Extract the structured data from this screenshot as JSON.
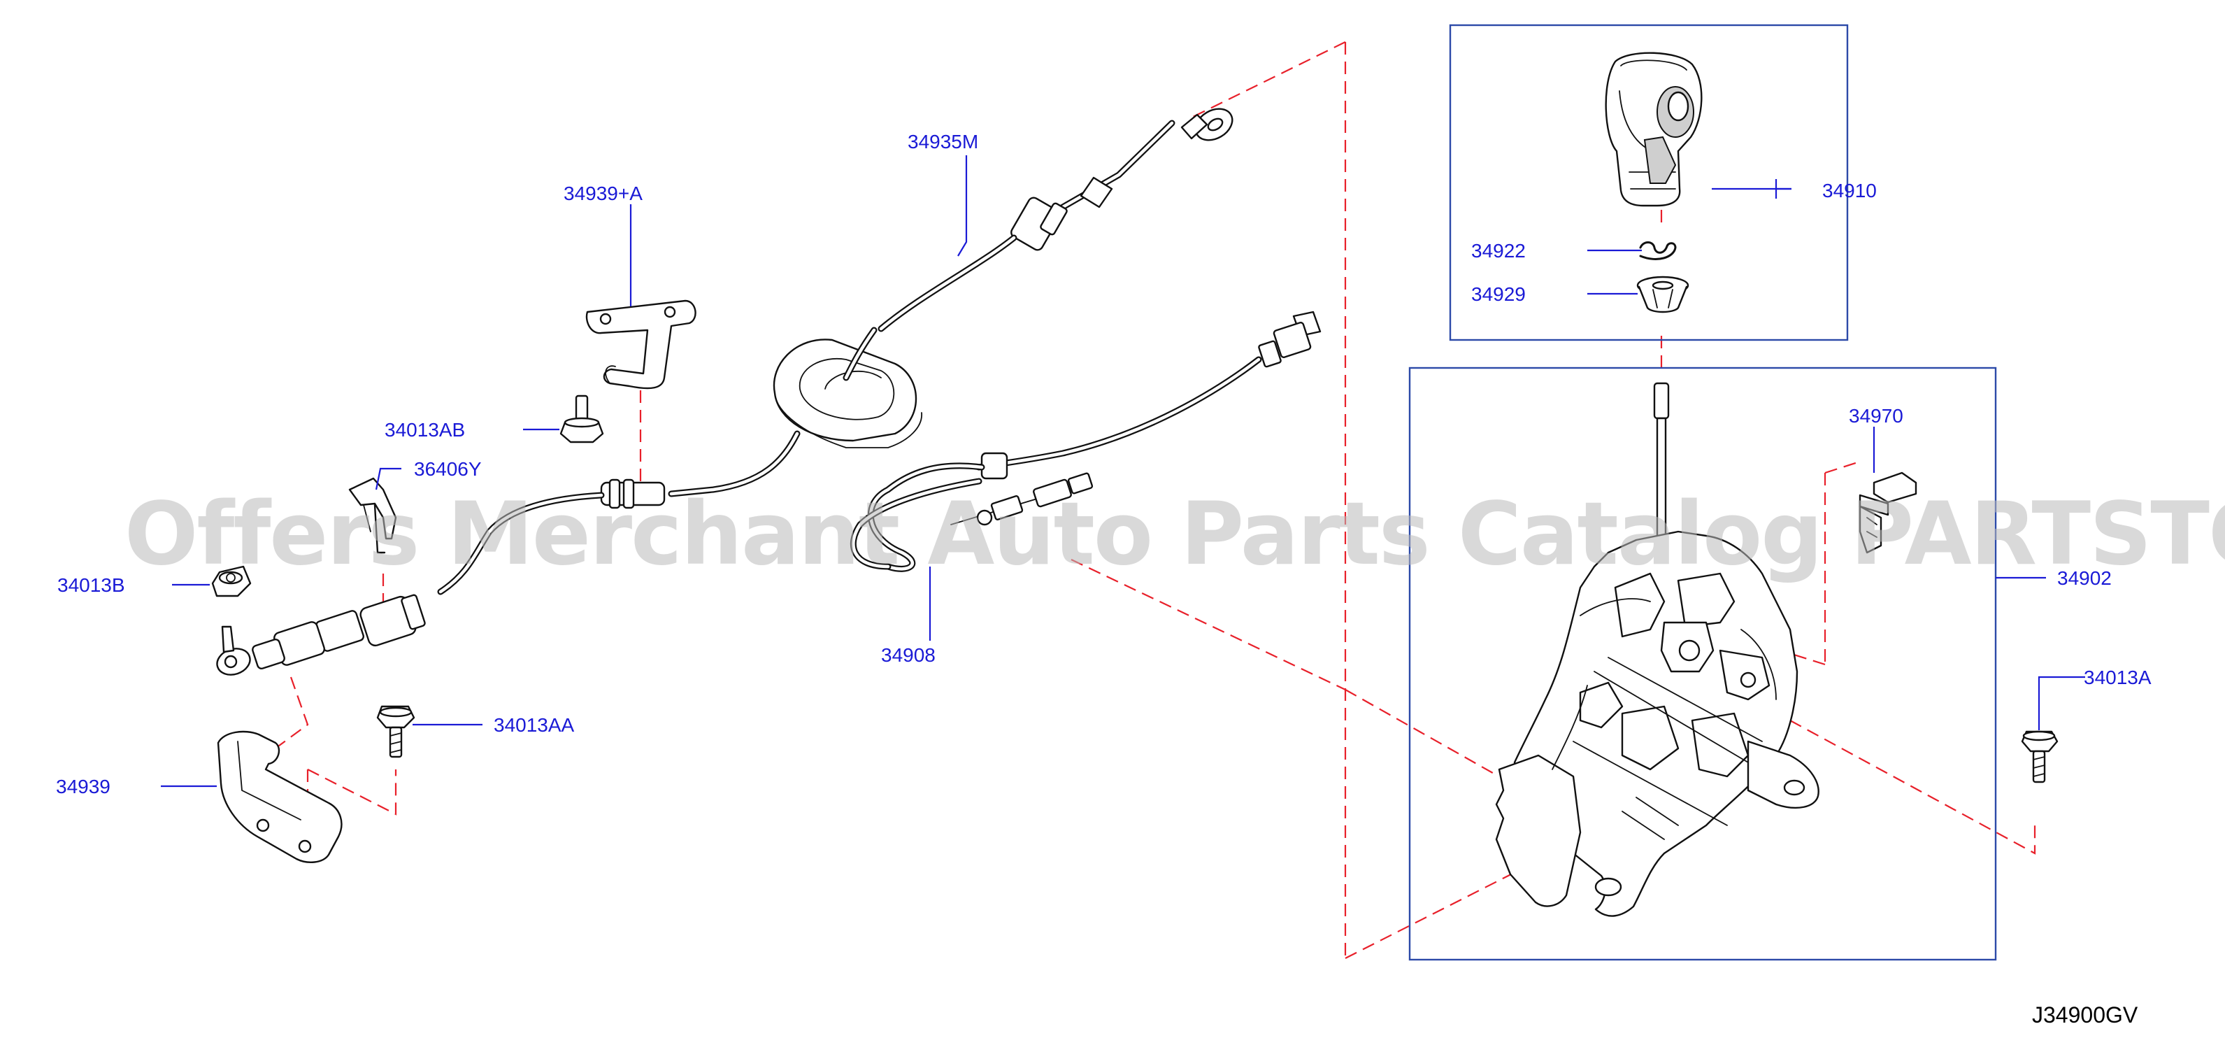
{
  "diagram": {
    "reference_code": "J34900GV",
    "watermark": "Offers Merchant Auto Parts Catalog PARTSTORE.SA",
    "colors": {
      "label": "#1a1ad6",
      "box": "#2c4aa8",
      "dashed_guide": "#e8202a",
      "line_art": "#111111",
      "watermark": "#b9b9b9"
    },
    "parts": {
      "p34935M": "34935M",
      "p34939A": "34939+A",
      "p34013AB": "34013AB",
      "p36406Y": "36406Y",
      "p34013B": "34013B",
      "p34013AA": "34013AA",
      "p34939": "34939",
      "p34908": "34908",
      "p34910": "34910",
      "p34922": "34922",
      "p34929": "34929",
      "p34970": "34970",
      "p34902": "34902",
      "p34013A": "34013A"
    }
  }
}
